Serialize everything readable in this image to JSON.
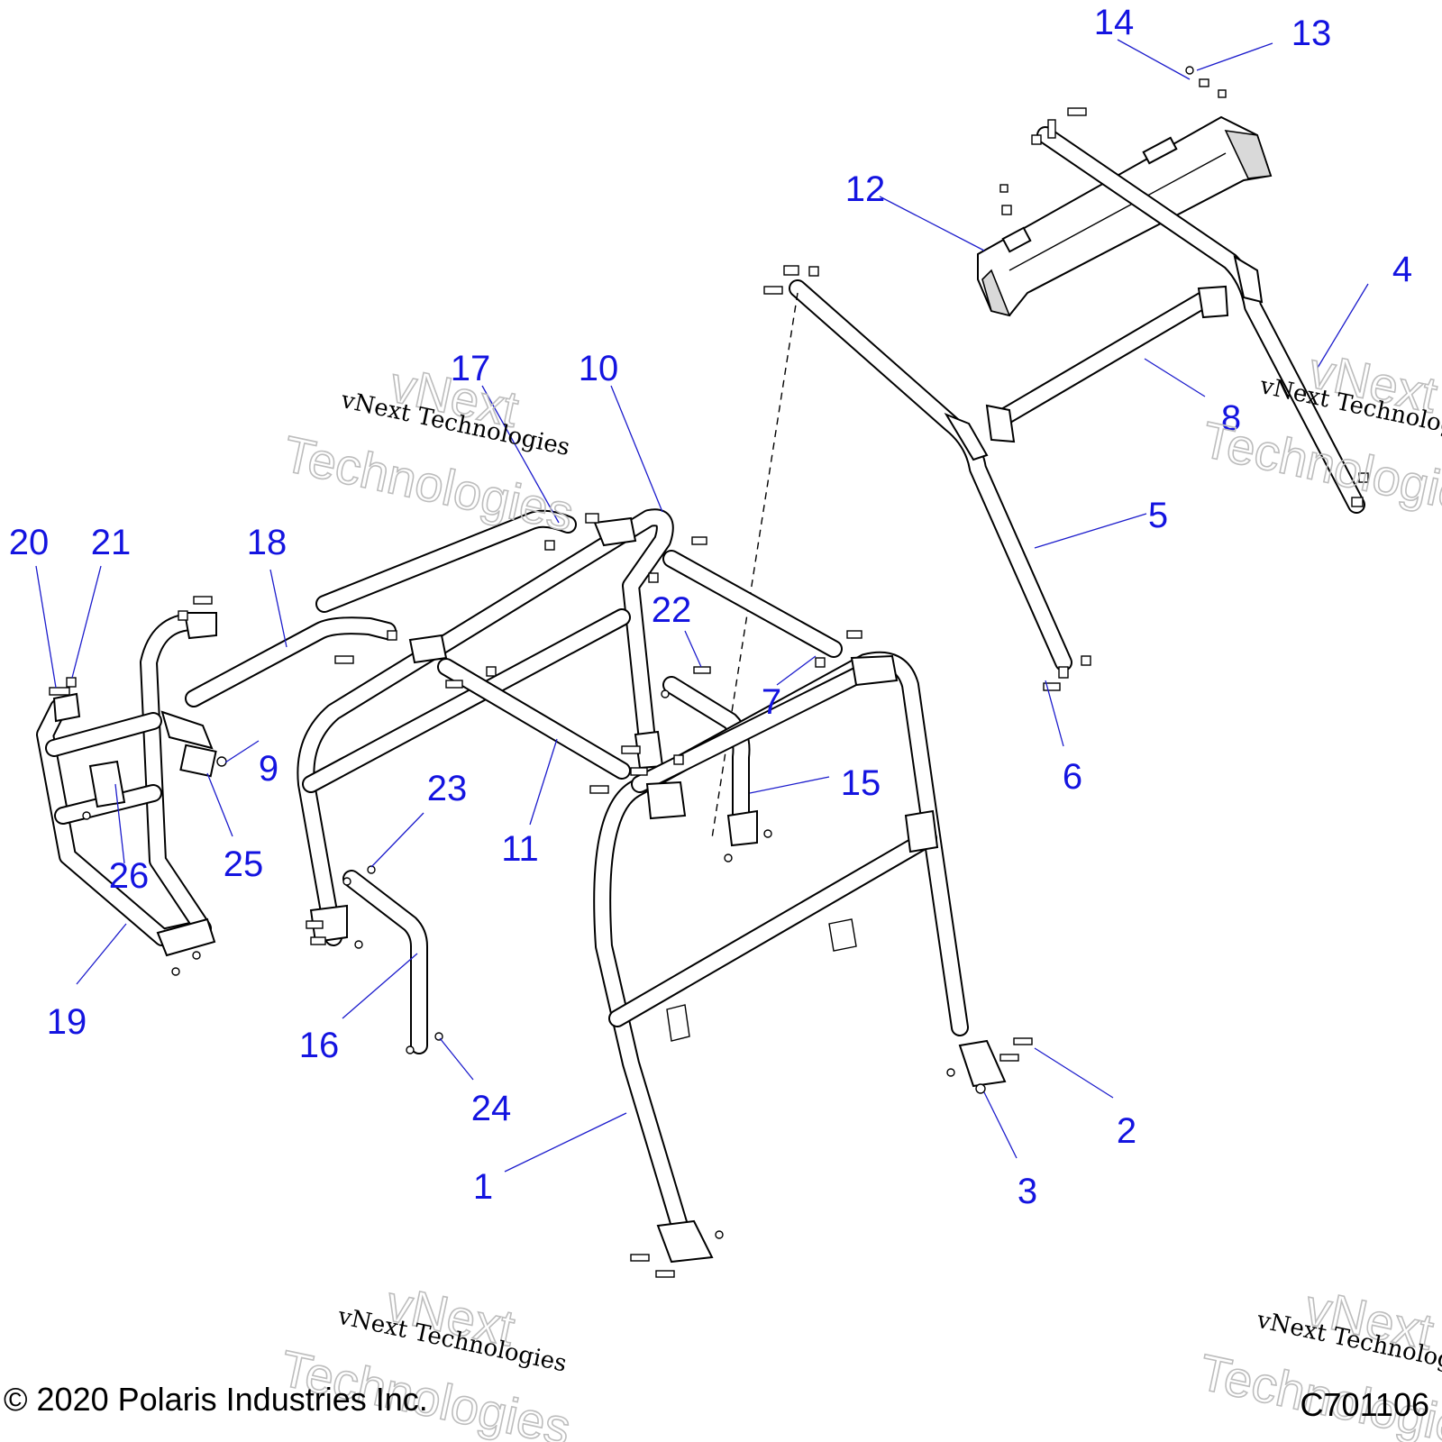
{
  "diagram": {
    "callouts": [
      {
        "id": "c1",
        "label": "1"
      },
      {
        "id": "c2",
        "label": "2"
      },
      {
        "id": "c3",
        "label": "3"
      },
      {
        "id": "c4",
        "label": "4"
      },
      {
        "id": "c5",
        "label": "5"
      },
      {
        "id": "c6",
        "label": "6"
      },
      {
        "id": "c7",
        "label": "7"
      },
      {
        "id": "c8",
        "label": "8"
      },
      {
        "id": "c9",
        "label": "9"
      },
      {
        "id": "c10",
        "label": "10"
      },
      {
        "id": "c11",
        "label": "11"
      },
      {
        "id": "c12",
        "label": "12"
      },
      {
        "id": "c13",
        "label": "13"
      },
      {
        "id": "c14",
        "label": "14"
      },
      {
        "id": "c15",
        "label": "15"
      },
      {
        "id": "c16",
        "label": "16"
      },
      {
        "id": "c17",
        "label": "17"
      },
      {
        "id": "c18",
        "label": "18"
      },
      {
        "id": "c19",
        "label": "19"
      },
      {
        "id": "c20",
        "label": "20"
      },
      {
        "id": "c21",
        "label": "21"
      },
      {
        "id": "c22",
        "label": "22"
      },
      {
        "id": "c23",
        "label": "23"
      },
      {
        "id": "c24",
        "label": "24"
      },
      {
        "id": "c25",
        "label": "25"
      },
      {
        "id": "c26",
        "label": "26"
      }
    ],
    "callout_color": "#1414e0"
  },
  "watermark": {
    "line1": "vNext Technologies",
    "line2a": "vNext",
    "line2b": "Technologies"
  },
  "footer": {
    "copyright": "© 2020 Polaris Industries Inc.",
    "figure_code": "C701106"
  }
}
